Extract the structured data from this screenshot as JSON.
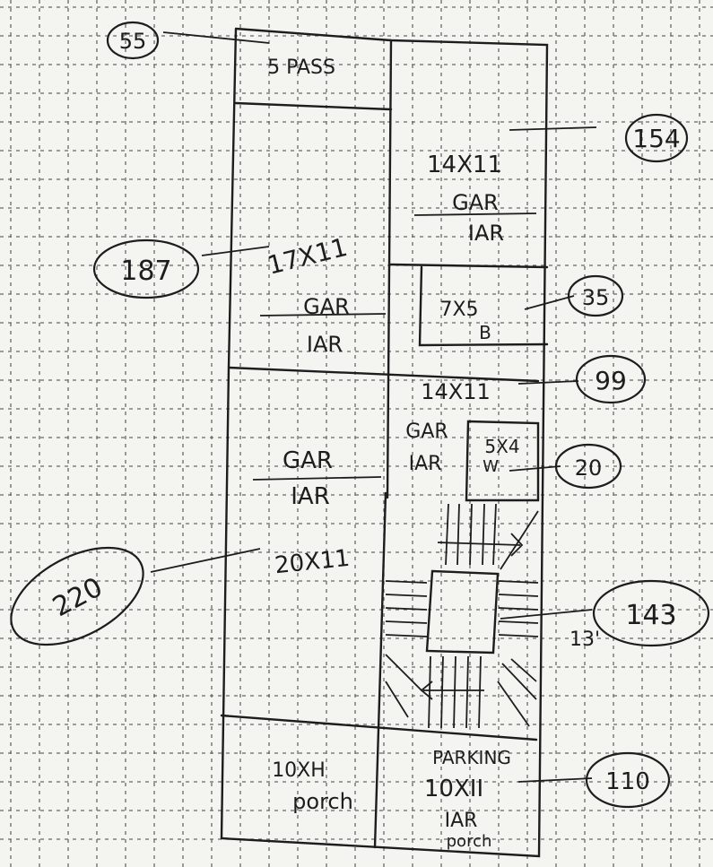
{
  "colors": {
    "paper": "#f4f4f1",
    "grid": "#3a3a3a",
    "ink": "#1d1d1d"
  },
  "rooms": {
    "passage": {
      "size": "5 PASS"
    },
    "gar_top": {
      "size": "14X11",
      "label1": "GAR",
      "label2": "IAR"
    },
    "gar_left": {
      "size": "17X11",
      "label1": "GAR",
      "label2": "IAR"
    },
    "bath": {
      "size": "7X5",
      "label": "B"
    },
    "gar_mid": {
      "size": "14X11",
      "label1": "GAR",
      "label2": "IAR"
    },
    "wc": {
      "size": "5X4",
      "label": "W"
    },
    "gar_big": {
      "size": "20X11",
      "label1": "GAR",
      "label2": "IAR"
    },
    "stair_note": "13'",
    "porch_left": {
      "size": "10XH",
      "label": "porch"
    },
    "parking": {
      "title": "PARKING",
      "size": "10XII",
      "label1": "IAR",
      "label2": "porch"
    }
  },
  "areas": {
    "a55": "55",
    "a154": "154",
    "a187": "187",
    "a35": "35",
    "a99": "99",
    "a20": "20",
    "a220": "220",
    "a143": "143",
    "a110": "110"
  }
}
